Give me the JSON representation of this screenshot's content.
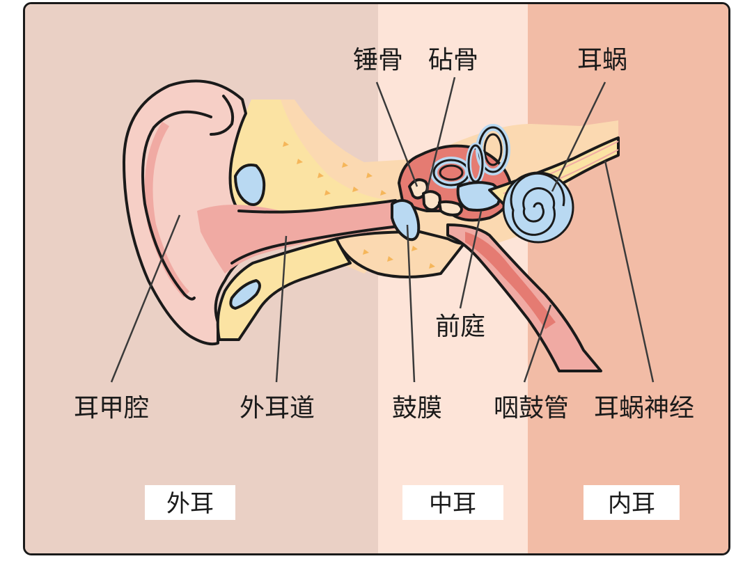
{
  "labels": {
    "malleus": "锤骨",
    "incus": "砧骨",
    "cochlea": "耳蜗",
    "vestibule": "前庭",
    "concha": "耳甲腔",
    "ear_canal": "外耳道",
    "eardrum": "鼓膜",
    "eustachian_tube": "咽鼓管",
    "cochlear_nerve": "耳蜗神经"
  },
  "sections": {
    "outer": "外耳",
    "middle": "中耳",
    "inner": "内耳"
  },
  "colors": {
    "outer_bg": "#ead0c5",
    "middle_bg": "#fde4d8",
    "inner_bg": "#f2bca6",
    "skin": "#f6cfc6",
    "skin_dark": "#f0aaa3",
    "cartilage": "#fbe3a3",
    "bone": "#fbd9b1",
    "labyrinth": "#b9d9f2",
    "cavity": "#e57b72",
    "outline": "#1a1a1a"
  }
}
